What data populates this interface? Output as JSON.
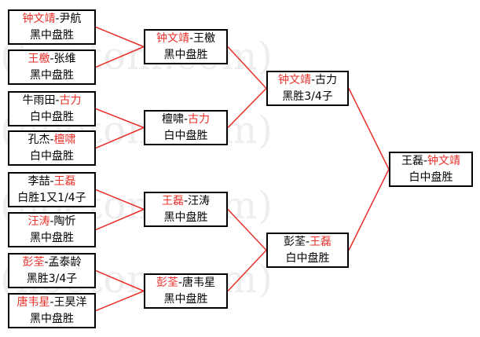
{
  "watermark": "(hoetom.com)",
  "colors": {
    "winner": "#e8302a",
    "text": "#000000",
    "line": "#e8302a",
    "border": "#000000",
    "watermark": "#eeeeee"
  },
  "bracket": {
    "round1": [
      {
        "black": "钟文靖",
        "white": "尹航",
        "result": "黑中盘胜",
        "winner": "black"
      },
      {
        "black": "王檄",
        "white": "张维",
        "result": "黑中盘胜",
        "winner": "black"
      },
      {
        "black": "牛雨田",
        "white": "古力",
        "result": "白中盘胜",
        "winner": "white"
      },
      {
        "black": "孔杰",
        "white": "檀啸",
        "result": "白中盘胜",
        "winner": "white"
      },
      {
        "black": "李喆",
        "white": "王磊",
        "result": "白胜1又1/4子",
        "winner": "white"
      },
      {
        "black": "汪涛",
        "white": "陶忻",
        "result": "黑中盘胜",
        "winner": "black"
      },
      {
        "black": "彭荃",
        "white": "孟泰龄",
        "result": "黑胜3/4子",
        "winner": "black"
      },
      {
        "black": "唐韦星",
        "white": "王昊洋",
        "result": "黑中盘胜",
        "winner": "black"
      }
    ],
    "round2": [
      {
        "black": "钟文靖",
        "white": "王檄",
        "result": "黑中盘胜",
        "winner": "black"
      },
      {
        "black": "檀啸",
        "white": "古力",
        "result": "白中盘胜",
        "winner": "white"
      },
      {
        "black": "王磊",
        "white": "汪涛",
        "result": "黑中盘胜",
        "winner": "black"
      },
      {
        "black": "彭荃",
        "white": "唐韦星",
        "result": "黑中盘胜",
        "winner": "black"
      }
    ],
    "round3": [
      {
        "black": "钟文靖",
        "white": "古力",
        "result": "黑胜3/4子",
        "winner": "black"
      },
      {
        "black": "彭荃",
        "white": "王磊",
        "result": "白中盘胜",
        "winner": "white"
      }
    ],
    "final": [
      {
        "black": "王磊",
        "white": "钟文靖",
        "result": "白中盘胜",
        "winner": "white"
      }
    ]
  }
}
